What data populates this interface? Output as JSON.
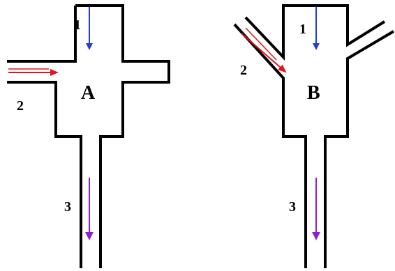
{
  "mixer_a": {
    "label": "A",
    "inlet_1_label": "1",
    "inlet_2_label": "2",
    "outlet_3_label": "3"
  },
  "mixer_b": {
    "label": "B",
    "inlet_1_label": "1",
    "inlet_2_label": "2",
    "outlet_3_label": "3"
  },
  "colors": {
    "stream_1": "#1f3fd6",
    "stream_2": "#e0141e",
    "stream_3": "#8a1fd6",
    "wall": "#000000"
  }
}
